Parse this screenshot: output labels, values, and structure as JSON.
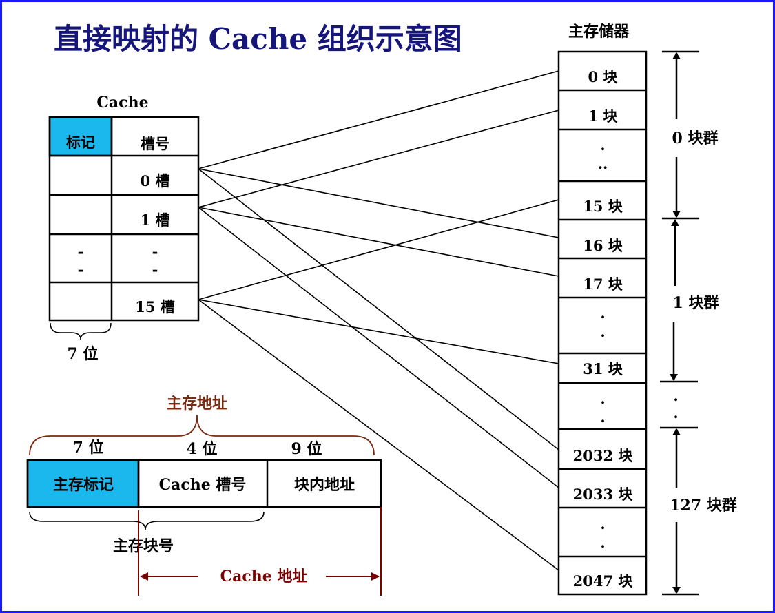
{
  "title": "直接映射的 Cache 组织示意图",
  "cache": {
    "label": "Cache",
    "header_tag": "标记",
    "header_slot": "槽号",
    "slots": [
      "0 槽",
      "1 槽",
      "-",
      "-",
      "15 槽"
    ],
    "tag_dots": [
      "-",
      "-"
    ],
    "tag_bits": "7 位"
  },
  "memory": {
    "label": "主存储器",
    "blocks": [
      "0 块",
      "1 块",
      "15 块",
      "16 块",
      "17 块",
      "31 块",
      "2032 块",
      "2033 块",
      "2047 块"
    ],
    "dot": ".",
    "dots2": ".."
  },
  "groups": [
    "0 块群",
    "1 块群",
    "127 块群"
  ],
  "address": {
    "title": "主存地址",
    "bits": [
      "7 位",
      "4 位",
      "9 位"
    ],
    "fields": [
      "主存标记",
      "Cache 槽号",
      "块内地址"
    ],
    "block_number": "主存块号",
    "cache_address": "Cache 地址"
  },
  "colors": {
    "highlight": "#1ab8ec",
    "title": "#16167a",
    "brown": "#7a2a10",
    "dark_red": "#7a0000",
    "border": "#1a1aff"
  }
}
